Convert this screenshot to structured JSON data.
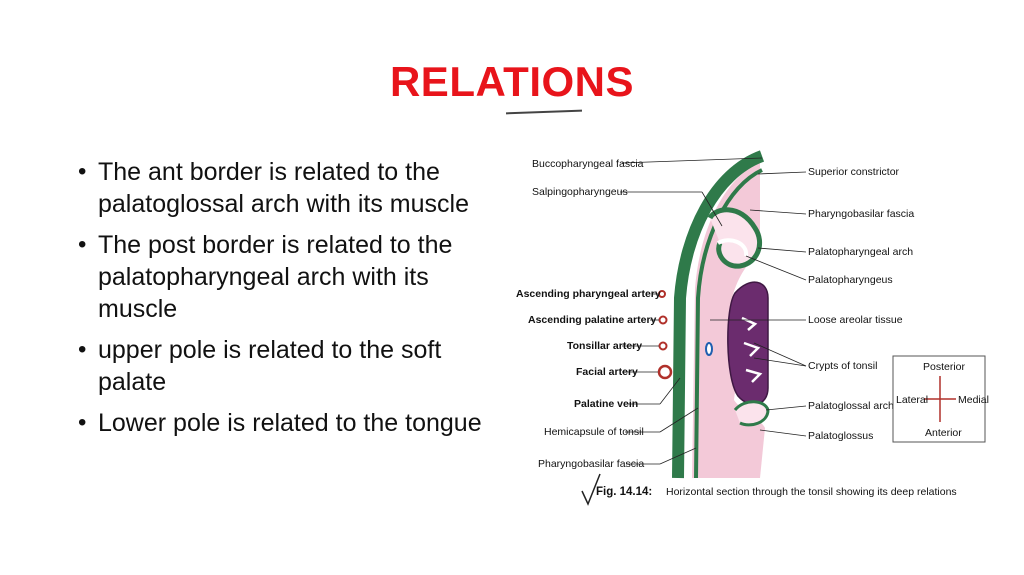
{
  "slide": {
    "title": "RELATIONS",
    "bullets": [
      "The ant border is related to the palatoglossal arch with its muscle",
      "The post border is related to the palatopharyngeal arch with its muscle",
      "upper pole is related to the soft palate",
      "Lower pole is related to the tongue"
    ]
  },
  "figure": {
    "left_labels": {
      "buccopharyngeal_fascia": "Buccopharyngeal fascia",
      "salpingopharyngeus": "Salpingopharyngeus",
      "ascending_pharyngeal_artery": "Ascending pharyngeal artery",
      "ascending_palatine_artery": "Ascending palatine artery",
      "tonsillar_artery": "Tonsillar artery",
      "facial_artery": "Facial artery",
      "palatine_vein": "Palatine vein",
      "hemicapsule_of_tonsil": "Hemicapsule of tonsil",
      "pharyngobasilar_fascia": "Pharyngobasilar fascia"
    },
    "right_labels": {
      "superior_constrictor": "Superior constrictor",
      "pharyngobasilar_fascia": "Pharyngobasilar fascia",
      "palatopharyngeal_arch": "Palatopharyngeal arch",
      "palatopharyngeus": "Palatopharyngeus",
      "loose_areolar_tissue": "Loose areolar tissue",
      "crypts_of_tonsil": "Crypts of tonsil",
      "palatoglossal_arch": "Palatoglossal arch",
      "palatoglossus": "Palatoglossus"
    },
    "orientation": {
      "posterior": "Posterior",
      "lateral": "Lateral",
      "medial": "Medial",
      "anterior": "Anterior"
    },
    "caption_number": "Fig. 14.14:",
    "caption_text": "Horizontal section through the tonsil showing its deep relations"
  },
  "colors": {
    "title": "#e8141b",
    "muscle_green": "#2f7a4a",
    "mucosa_pink": "#f3c9d8",
    "tonsil_purple": "#6b2c6e",
    "artery_red": "#b0302a"
  }
}
